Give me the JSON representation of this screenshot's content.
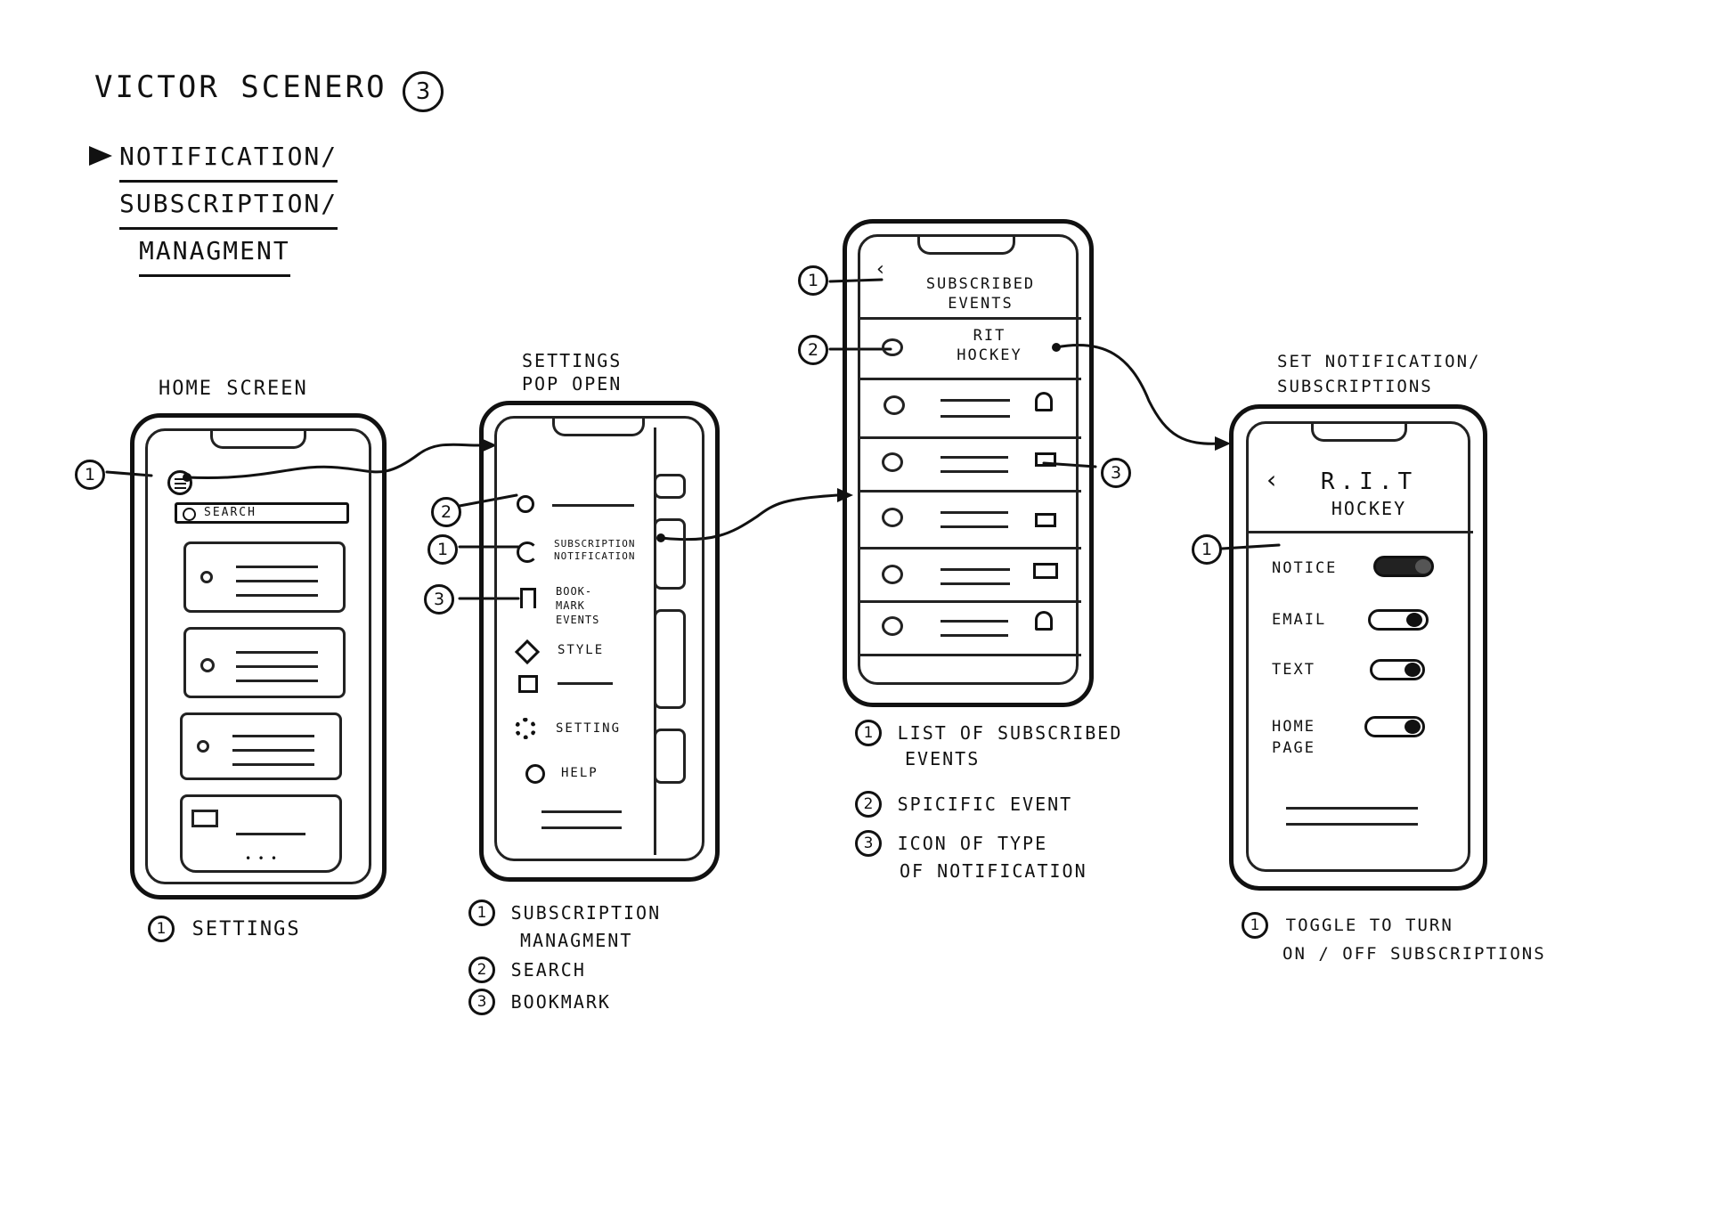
{
  "header": {
    "title": "VICTOR SCENERO",
    "title_number": "3",
    "subtitle_lines": [
      "NOTIFICATION/",
      "SUBSCRIPTION/",
      "MANAGMENT"
    ]
  },
  "home": {
    "label": "HOME SCREEN",
    "search_text": "SEARCH",
    "callout_number": "1",
    "notes": [
      {
        "num": "1",
        "text": "SETTINGS"
      }
    ]
  },
  "settings": {
    "label_lines": [
      "SETTINGS",
      "POP OPEN"
    ],
    "menu": {
      "subscription": [
        "SUBSCRIPTION",
        "NOTIFICATION"
      ],
      "bookmark": [
        "BOOK-",
        "MARK",
        "EVENTS"
      ],
      "style": "STYLE",
      "setting": "SETTING",
      "help": "HELP"
    },
    "callouts": [
      "2",
      "1",
      "3"
    ],
    "notes": [
      {
        "num": "1",
        "text": "SUBSCRIPTION",
        "text2": "MANAGMENT"
      },
      {
        "num": "2",
        "text": "SEARCH"
      },
      {
        "num": "3",
        "text": "BOOKMARK"
      }
    ]
  },
  "subscribed": {
    "title_lines": [
      "SUBSCRIBED",
      "EVENTS"
    ],
    "first_item": [
      "RIT",
      "HOCKEY"
    ],
    "callouts": [
      "1",
      "2",
      "3"
    ],
    "notes": [
      {
        "num": "1",
        "text": "LIST OF SUBSCRIBED",
        "text2": "EVENTS"
      },
      {
        "num": "2",
        "text": "SPICIFIC EVENT"
      },
      {
        "num": "3",
        "text": "ICON OF TYPE",
        "text2": "OF NOTIFICATION"
      }
    ]
  },
  "notif": {
    "label_lines": [
      "SET NOTIFICATION/",
      "SUBSCRIPTIONS"
    ],
    "title_lines": [
      "R.I.T",
      "HOCKEY"
    ],
    "toggles": [
      "NOTICE",
      "EMAIL",
      "TEXT",
      "HOME PAGE"
    ],
    "callout_number": "1",
    "notes": [
      {
        "num": "1",
        "text": "TOGGLE TO TURN",
        "text2": "ON / OFF SUBSCRIPTIONS"
      }
    ]
  }
}
